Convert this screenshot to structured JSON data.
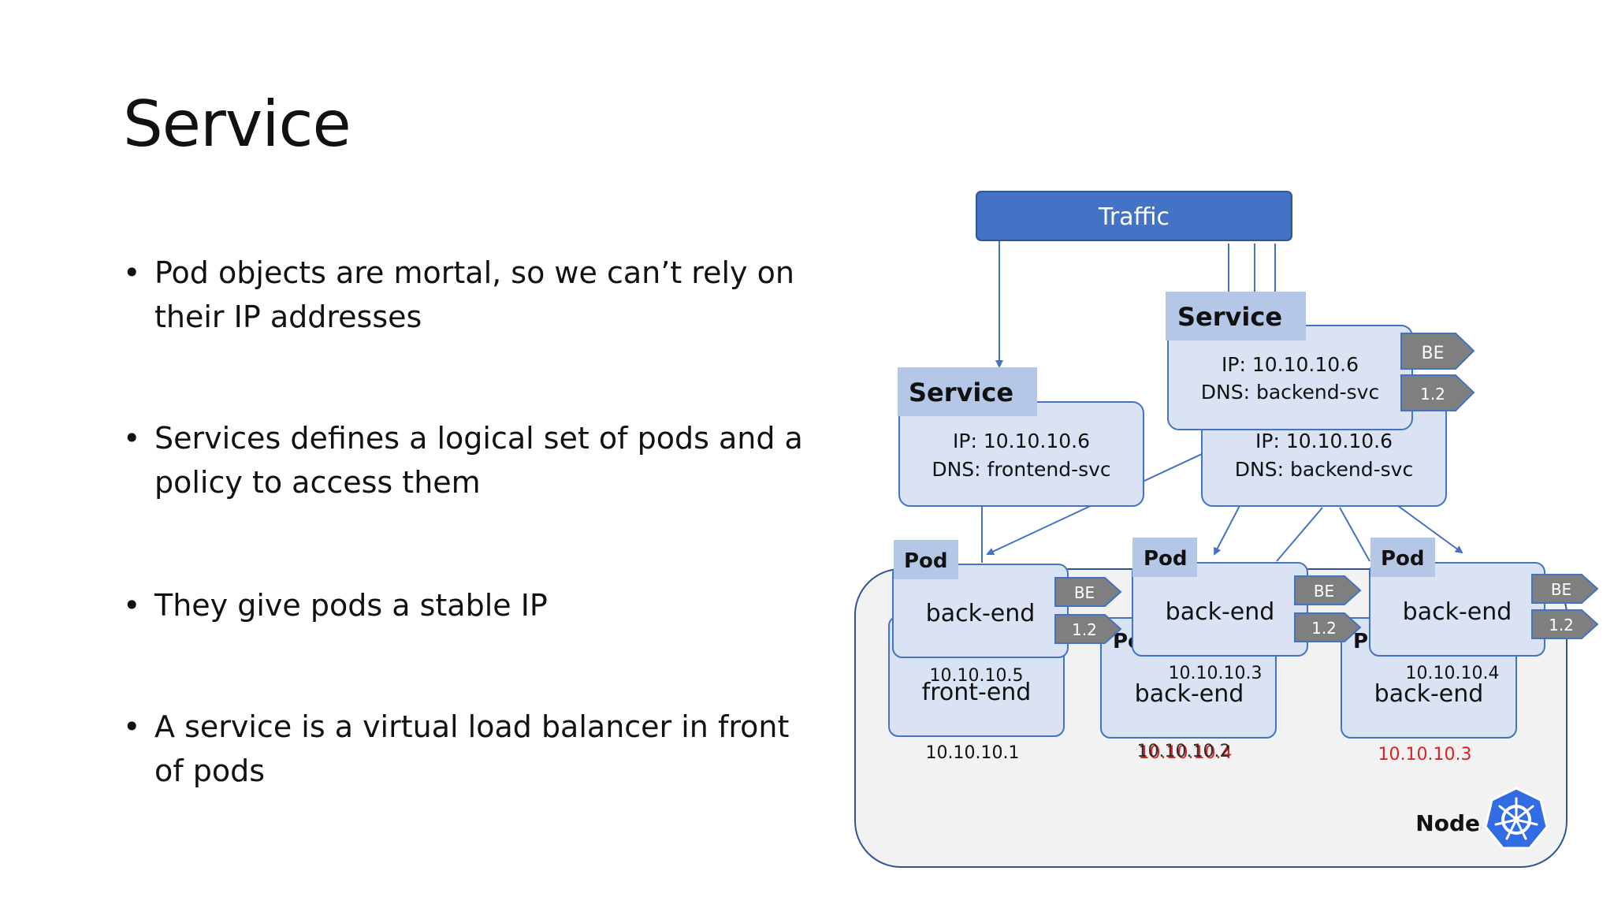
{
  "slide": {
    "title": "Service",
    "bullets": [
      "Pod objects are mortal, so we can’t rely on their IP addresses",
      "Services defines a logical set of pods and a policy to access them",
      "They give pods a stable IP",
      "A service is a virtual load balancer in front of pods"
    ]
  },
  "diagram": {
    "traffic_label": "Traffic",
    "service_front": {
      "header": "Service",
      "ip": "IP: 10.10.10.6",
      "dns": "DNS: frontend-svc"
    },
    "service_back_shadow": {
      "ip": "IP: 10.10.10.6",
      "dns": "DNS: backend-svc"
    },
    "service_back": {
      "header": "Service",
      "ip": "IP: 10.10.10.6",
      "dns": "DNS: backend-svc",
      "tags": [
        "BE",
        "1.2"
      ]
    },
    "pods": [
      {
        "header": "Pod",
        "name": "back-end",
        "tags": [
          "BE",
          "1.2"
        ]
      },
      {
        "header": "Pod",
        "name": "back-end",
        "tags": [
          "BE",
          "1.2"
        ]
      },
      {
        "header": "Pod",
        "name": "back-end",
        "tags": [
          "BE",
          "1.2"
        ]
      }
    ],
    "back_pods": [
      {
        "name": "front-end",
        "ip": "10.10.10.5",
        "header_fragment": ""
      },
      {
        "name": "back-end",
        "ip": "10.10.10.3",
        "header_fragment": "Po"
      },
      {
        "name": "back-end",
        "ip": "10.10.10.4",
        "header_fragment": "Po"
      }
    ],
    "node_ips": [
      "10.10.10.1",
      "10.10.10.2",
      "10.10.10.3"
    ],
    "node_ip_overlay": "10.10.10.4",
    "node_label": "Node",
    "colors": {
      "traffic_fill": "#4472c4",
      "box_fill": "#dae3f3",
      "header_fill": "#b4c7e7",
      "tag_fill": "#7f7f7f",
      "node_fill": "#f2f2f2",
      "line": "#4472c4",
      "red_text": "#e02020"
    }
  }
}
